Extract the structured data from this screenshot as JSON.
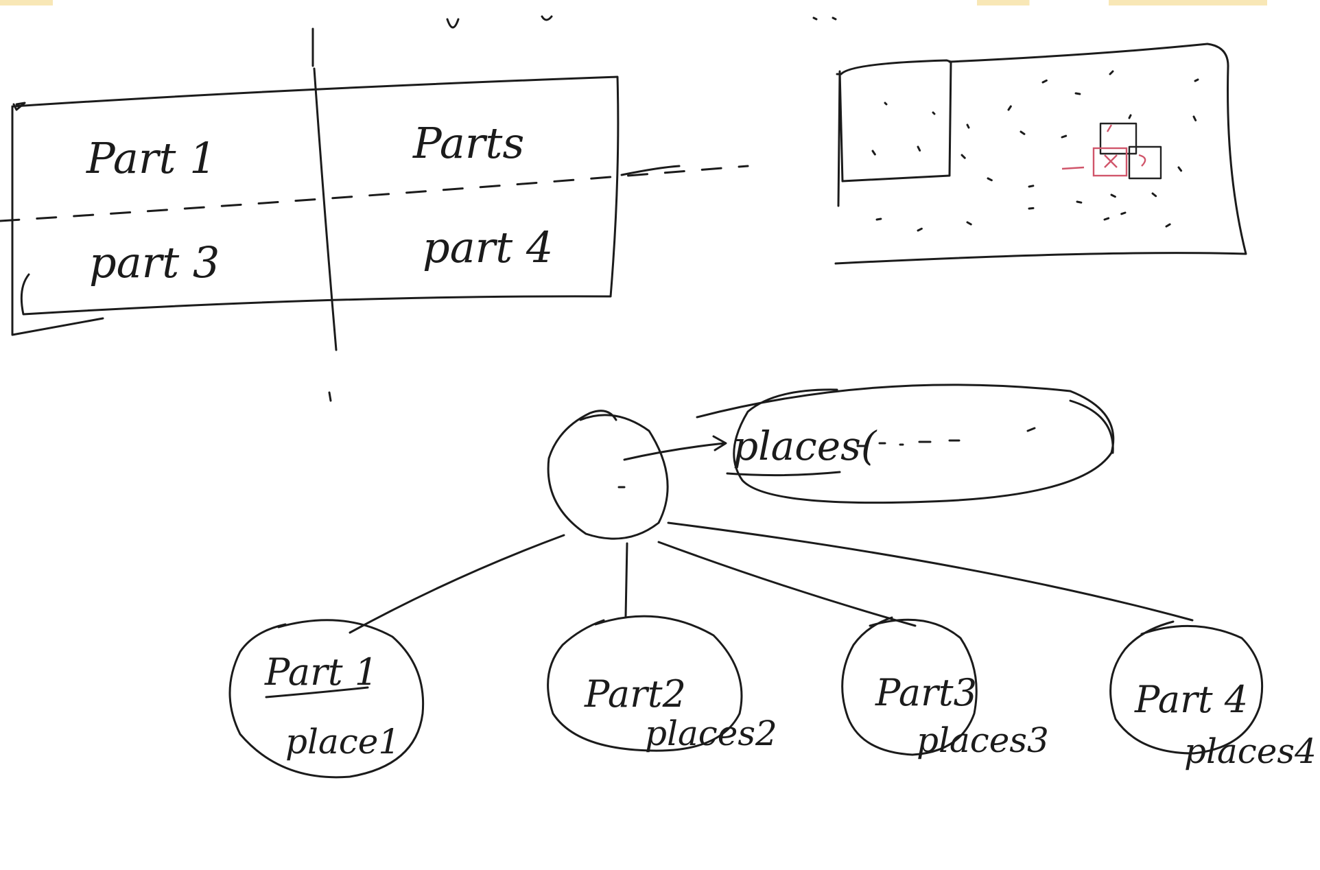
{
  "grid": {
    "cells": [
      "Part 1",
      "Parts",
      "part 3",
      "part 4"
    ]
  },
  "tree": {
    "root_link_label": "places(",
    "children": [
      {
        "name": "Part 1",
        "place": "place1"
      },
      {
        "name": "Part2",
        "place": "places2"
      },
      {
        "name": "Part3",
        "place": "places3"
      },
      {
        "name": "Part 4",
        "place": "places4"
      }
    ]
  },
  "colors": {
    "ink": "#1b1b1b",
    "highlight": "#d0556a",
    "background": "#ffffff"
  }
}
